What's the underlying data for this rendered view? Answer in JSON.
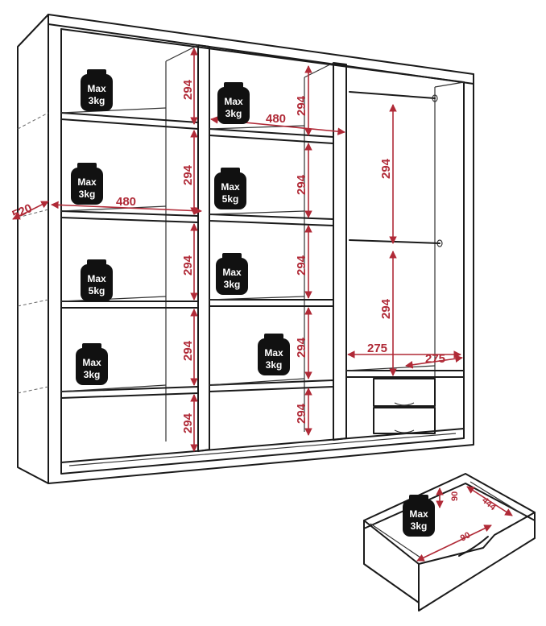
{
  "weights": [
    {
      "id": "w1",
      "line1": "Max",
      "line2": "3kg"
    },
    {
      "id": "w2",
      "line1": "Max",
      "line2": "3kg"
    },
    {
      "id": "w3",
      "line1": "Max",
      "line2": "3kg"
    },
    {
      "id": "w4",
      "line1": "Max",
      "line2": "5kg"
    },
    {
      "id": "w5",
      "line1": "Max",
      "line2": "5kg"
    },
    {
      "id": "w6",
      "line1": "Max",
      "line2": "3kg"
    },
    {
      "id": "w7",
      "line1": "Max",
      "line2": "3kg"
    },
    {
      "id": "w8",
      "line1": "Max",
      "line2": "3kg"
    },
    {
      "id": "w9",
      "line1": "Max",
      "line2": "3kg"
    }
  ],
  "dimensions": {
    "shelf_height": "294",
    "shelf_width": "480",
    "depth": "520",
    "drawer_width": "275",
    "drawer_depth": "275",
    "drawer_inner_height": "90",
    "drawer_inner_width": "90",
    "drawer_inner_depth": "444"
  },
  "colors": {
    "outline": "#1a1a1a",
    "dimension": "#b02a37",
    "weight_fill": "#111111"
  }
}
